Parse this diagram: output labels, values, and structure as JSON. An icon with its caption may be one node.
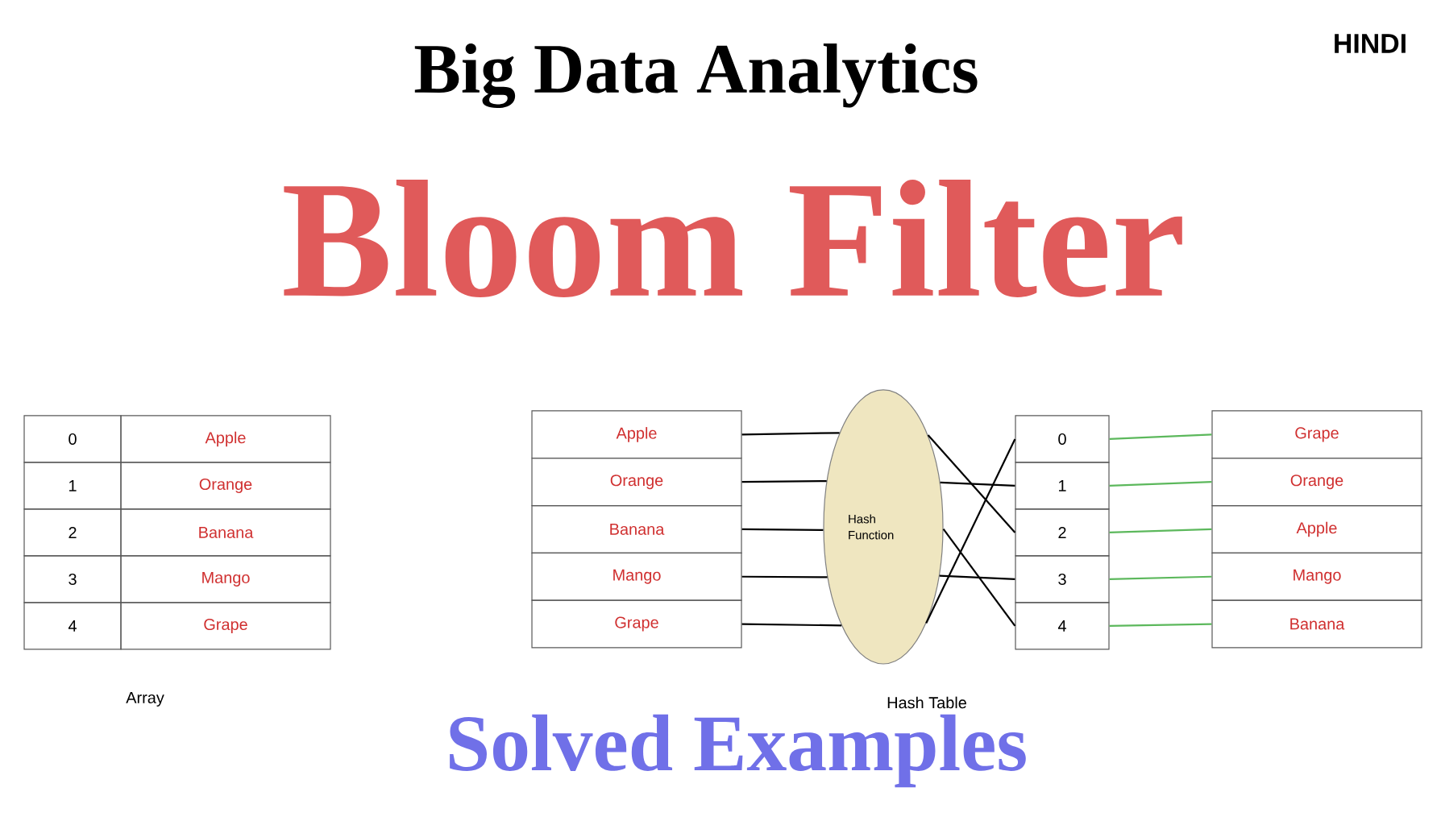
{
  "diagram": {
    "nodes": [
      {
        "text": [
          "Apple"
        ]
      },
      {
        "text": [
          "Orange"
        ]
      },
      {
        "text": [
          "Banana"
        ]
      },
      {
        "text": [
          "Mango"
        ]
      },
      {
        "text": [
          "Grape"
        ]
      },
      {
        "text": [
          "Hash Function"
        ]
      },
      {
        "text": [
          "0"
        ]
      },
      {
        "text": [
          "1"
        ]
      },
      {
        "text": [
          "2"
        ]
      },
      {
        "text": [
          "3"
        ]
      },
      {
        "text": [
          "4"
        ]
      },
      {
        "text": [
          "Grape"
        ]
      },
      {
        "text": [
          "Orange"
        ]
      },
      {
        "text": [
          "Apple"
        ]
      },
      {
        "text": [
          "Mango"
        ]
      },
      {
        "text": [
          "Banana"
        ]
      }
    ],
    "edges": [
      {
        "from": 0,
        "to": 5,
        "arrow": "none"
      },
      {
        "from": 1,
        "to": 5,
        "arrow": "none"
      },
      {
        "from": 2,
        "to": 5,
        "arrow": "none"
      },
      {
        "from": 3,
        "to": 5,
        "arrow": "none"
      },
      {
        "from": 4,
        "to": 5,
        "arrow": "none"
      },
      {
        "from": 5,
        "to": 8,
        "arrow": "none"
      },
      {
        "from": 5,
        "to": 7,
        "arrow": "none"
      },
      {
        "from": 5,
        "to": 10,
        "arrow": "none"
      },
      {
        "from": 5,
        "to": 9,
        "arrow": "none"
      },
      {
        "from": 5,
        "to": 6,
        "arrow": "none"
      },
      {
        "from": 6,
        "to": 11,
        "arrow": "none",
        "color": "#5cb85c"
      },
      {
        "from": 7,
        "to": 12,
        "arrow": "none",
        "color": "#5cb85c"
      },
      {
        "from": 8,
        "to": 13,
        "arrow": "none",
        "color": "#5cb85c"
      },
      {
        "from": 9,
        "to": 14,
        "arrow": "none",
        "color": "#5cb85c"
      },
      {
        "from": 10,
        "to": 15,
        "arrow": "none",
        "color": "#5cb85c"
      }
    ],
    "labels": [
      "HINDI",
      "Big Data Analytics",
      "Bloom Filter",
      "0",
      "Apple",
      "1",
      "Orange",
      "2",
      "Banana",
      "3",
      "Mango",
      "4",
      "Grape",
      "Array",
      "Hash Table",
      "Solved Examples"
    ]
  }
}
